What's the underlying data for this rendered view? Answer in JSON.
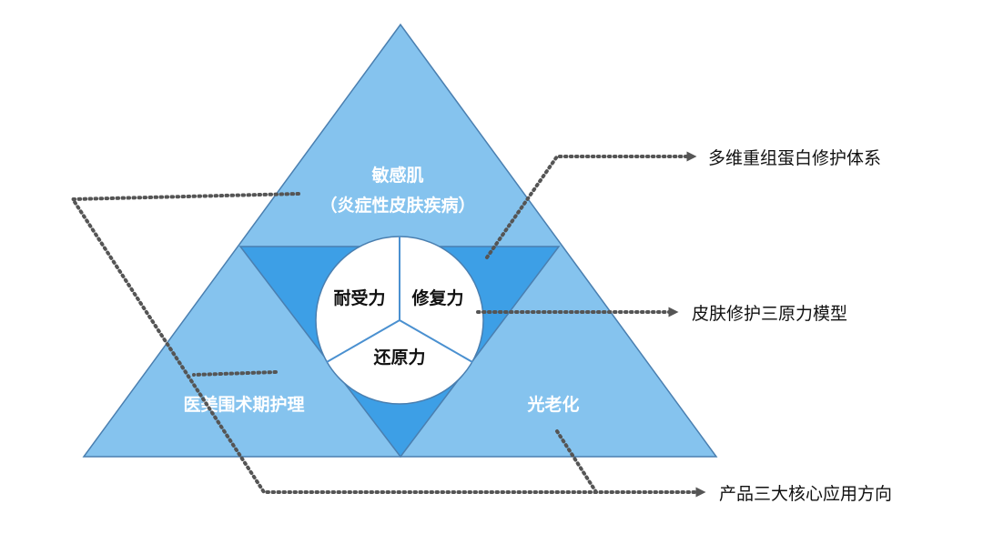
{
  "colors": {
    "outer_triangle": "#85c3ee",
    "inner_triangle": "#3d9fe6",
    "edge_lines": "#4a7fb0",
    "core_circle": "#ffffff",
    "core_dividers": "#4a90d0",
    "leader_dots": "#555555"
  },
  "regions": {
    "top": [
      "敏感肌",
      "（炎症性皮肤疾病）"
    ],
    "left": "医美围术期护理",
    "right": "光老化"
  },
  "core": {
    "left": "耐受力",
    "right": "修复力",
    "bottom": "还原力"
  },
  "annotations": {
    "protein": "多维重组蛋白修护体系",
    "model": "皮肤修护三原力模型",
    "directions": "产品三大核心应用方向"
  }
}
